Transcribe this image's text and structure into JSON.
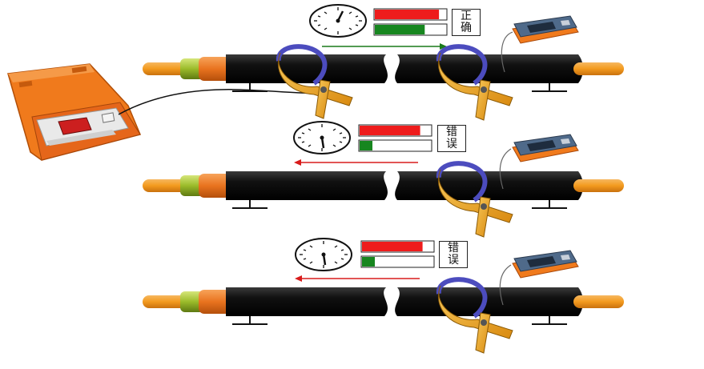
{
  "rows": [
    {
      "id": "correct",
      "label_chars": [
        "正",
        "确"
      ],
      "signal_level_red": 0.9,
      "signal_level_green": 0.7,
      "arrow_direction": "right",
      "arrow_color": "#1a7a1a"
    },
    {
      "id": "wrong-1",
      "label_chars": [
        "错",
        "误"
      ],
      "signal_level_red": 0.85,
      "signal_level_green": 0.18,
      "arrow_direction": "left",
      "arrow_color": "#d81b1b"
    },
    {
      "id": "wrong-2",
      "label_chars": [
        "错",
        "误"
      ],
      "signal_level_red": 0.85,
      "signal_level_green": 0.18,
      "arrow_direction": "left",
      "arrow_color": "#d81b1b"
    }
  ],
  "colors": {
    "cable_jacket": "#0d0d0d",
    "conductor": "#f39a1e",
    "inner_layer": "#e9731f",
    "insulation_ring": "#a8c23a",
    "clamp": "#f2a51f",
    "transmitter_case": "#f07a1c",
    "receiver_case": "#f07a1c",
    "bar_red": "#ee1c1c",
    "bar_green": "#17861f"
  },
  "icons": [
    "transmitter-device-icon",
    "receiver-device-icon",
    "clamp-icon",
    "gauge-icon",
    "ground-symbol-icon"
  ]
}
